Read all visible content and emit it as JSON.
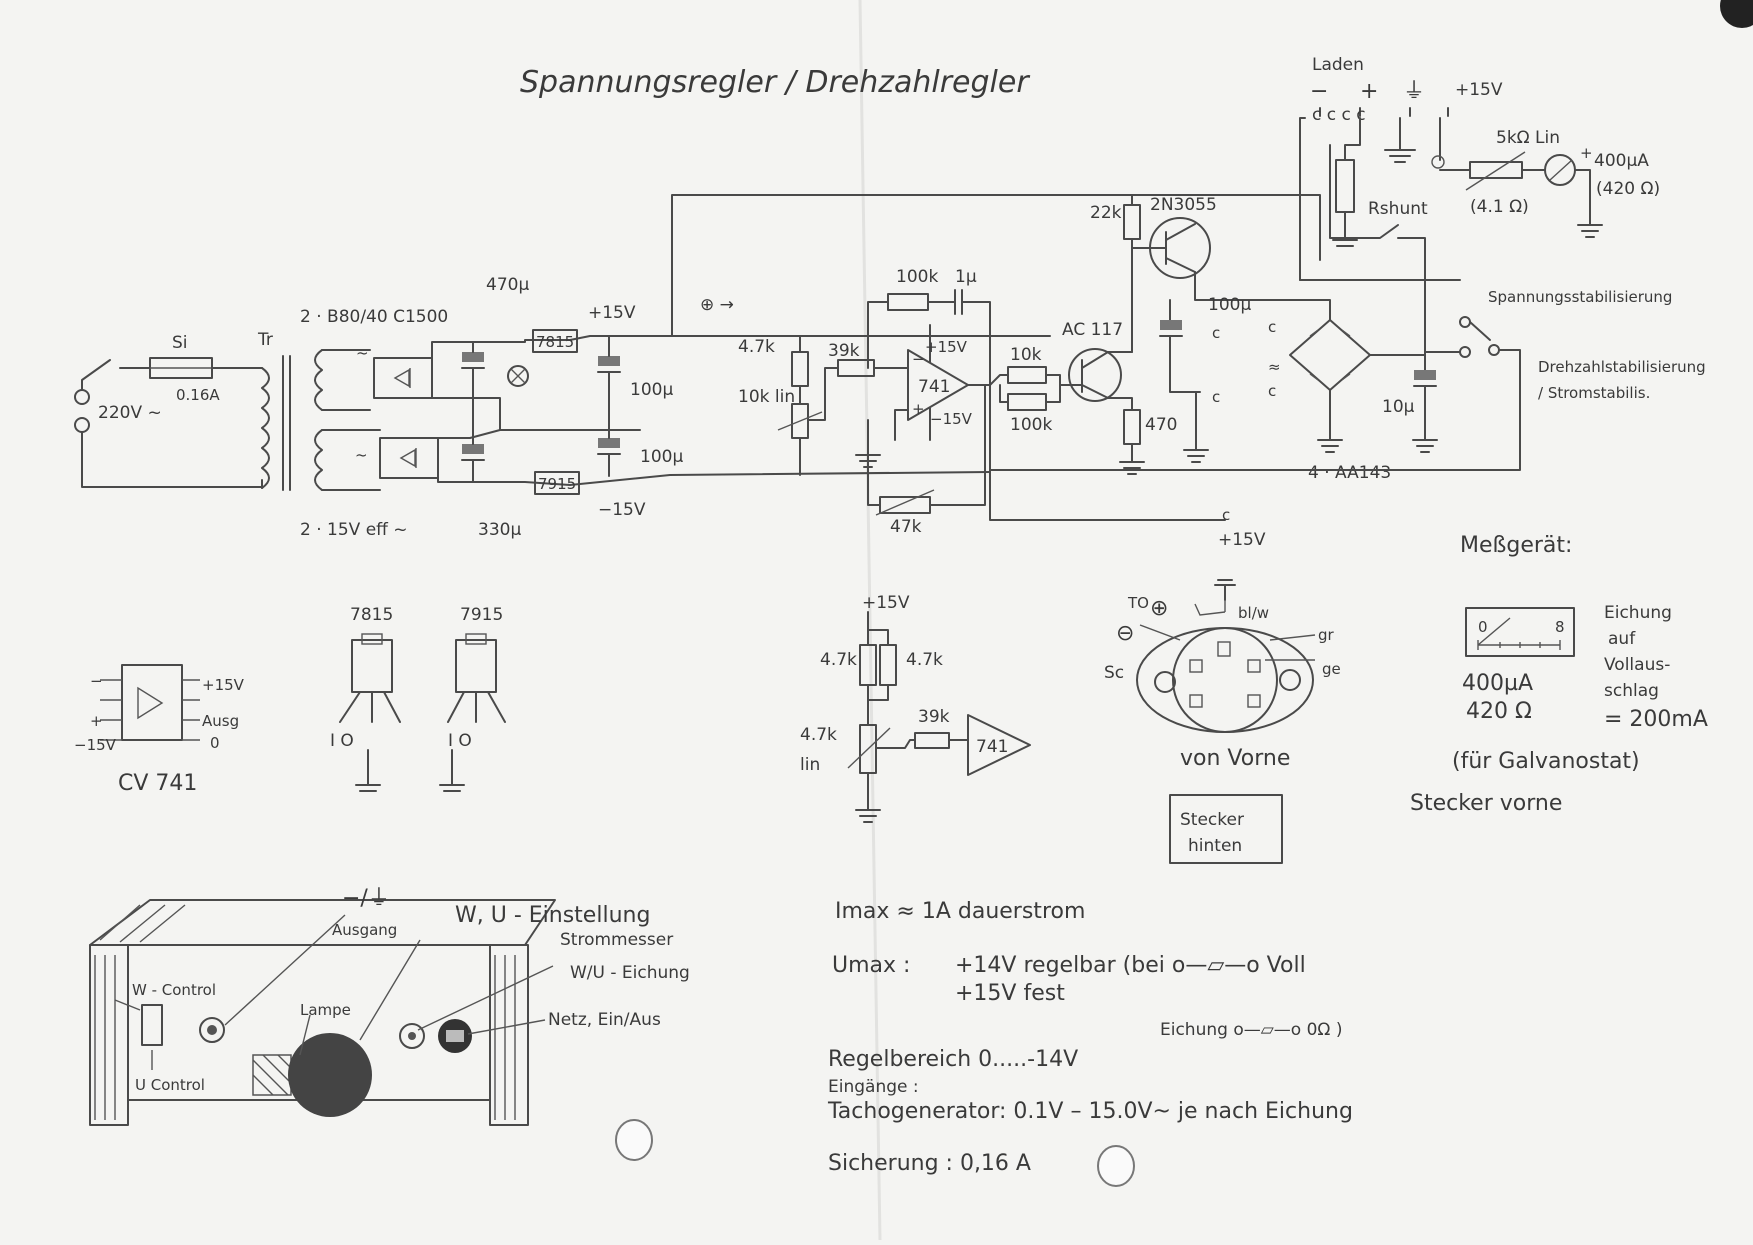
{
  "title": "Spannungsregler / Drehzahlregler",
  "terminals": {
    "laden_label": "Laden",
    "minus": "−",
    "plus": "+",
    "ground": "⏚",
    "plus15": "+15V"
  },
  "labels": {
    "mains": "220V ~",
    "fuse": "Si",
    "fuse_value": "0.16A",
    "transformer": "Tr",
    "rectifier": "2 · B80/40 C1500",
    "cap_top": "470µ",
    "cap_bottom": "330µ",
    "secondary": "2 · 15V eff ~",
    "reg_top": "7815",
    "reg_bottom": "7915",
    "v_pos": "+15V",
    "v_neg": "−15V",
    "c100_a": "100µ",
    "c100_b": "100µ",
    "node_plus": "⊕ →",
    "r47k": "4.7k",
    "r39k": "39k",
    "pot10k": "10k lin",
    "r100k": "100k",
    "c1u": "1µ",
    "opamp": "741",
    "op_vplus": "+15V",
    "op_vminus": "−15V",
    "r10k": "10k",
    "r100k_b": "100k",
    "pot47k": "47k",
    "t_ac117": "AC 117",
    "t_2n3055": "2N3055",
    "r22k": "22k",
    "r470": "470",
    "c100_c": "100µ",
    "rshunt": "Rshunt",
    "pot5k": "5kΩ Lin",
    "pot5k_r": "(4.1 Ω)",
    "meter": "400µA",
    "meter_r": "(420 Ω)",
    "stab_u": "Spannungsstabilisierung",
    "stab_n": "Drehzahlstabilisierung",
    "stab_i": "/ Stromstabilis.",
    "c10u": "10µ",
    "diodes": "4 · AA143",
    "out_plus15": "+15V"
  },
  "pinouts": {
    "ic_name": "CV 741",
    "ic_pin_minus": "−",
    "ic_pin_plus": "+",
    "ic_pin_15": "+15V",
    "ic_pin_ausg": "Ausg",
    "ic_pin_n15": "−15V",
    "ic_pin_0": "0",
    "reg1": "7815",
    "reg2": "7915",
    "reg_pins": "I  O",
    "reg_pins2": "I  O"
  },
  "input_circuit": {
    "vplus": "+15V",
    "r1": "4.7k",
    "r2": "4.7k",
    "pot": "4.7k",
    "pot_lin": "lin",
    "r3": "39k",
    "opamp": "741"
  },
  "socket": {
    "to": "TO",
    "plus": "⊕",
    "minus": "⊖",
    "sc": "Sc",
    "blw": "bl/w",
    "gr": "gr",
    "ge": "ge",
    "view": "von Vorne",
    "rear_box": "Stecker hinten",
    "front": "Stecker vorne"
  },
  "meter_note": {
    "heading": "Meßgerät:",
    "scale_0": "0",
    "scale_8": "8",
    "spec": "400µA",
    "spec_r": "420 Ω",
    "calib_1": "Eichung",
    "calib_2": "auf",
    "calib_3": "Vollaus-",
    "calib_4": "schlag",
    "calib_5": "= 200mA",
    "calib_6": "(für Galvanostat)"
  },
  "specs": {
    "imax": "Imax ≈ 1A dauerstrom",
    "umax_label": "Umax :",
    "umax_1": "+14V regelbar (bei o—▱—o Voll",
    "umax_2": "+15V fest",
    "eichung": "Eichung o—▱—o 0Ω )",
    "regelbereich": "Regelbereich   0.....-14V",
    "eingaenge": "Eingänge :",
    "tacho": "Tachogenerator: 0.1V – 15.0V~ je nach Eichung",
    "sicherung": "Sicherung : 0,16 A"
  },
  "front_panel": {
    "ausgang_sym": "−/⏚",
    "ausgang": "Ausgang",
    "einstellung": "W, U - Einstellung",
    "strommesser": "Strommesser",
    "eichung": "W/U - Eichung",
    "w_control": "W - Control",
    "u_control": "U Control",
    "lampe": "Lampe",
    "netz": "Netz, Ein/Aus"
  }
}
